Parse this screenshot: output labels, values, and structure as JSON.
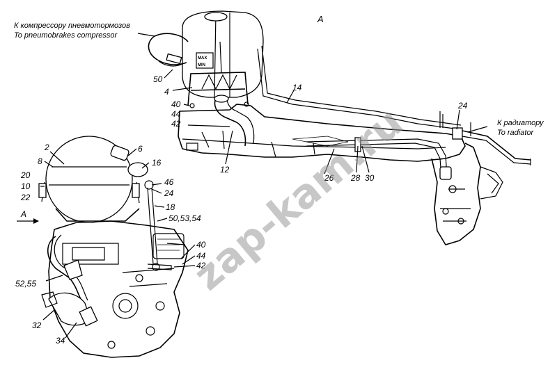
{
  "view_label": "A",
  "callouts": {
    "compressor_ru": "К компрессору пневмотормозов",
    "compressor_en": "To pneumobrakes compressor",
    "radiator_ru": "К радиатору",
    "radiator_en": "To radiator"
  },
  "arrow_label": "A",
  "tank_markings": {
    "max": "MAX",
    "min": "MIN"
  },
  "watermark": "zap-kam.ru",
  "parts": {
    "p50_top": "50",
    "p4": "4",
    "p40_top": "40",
    "p44_top": "44",
    "p42_top": "42",
    "p14": "14",
    "p12": "12",
    "p26": "26",
    "p28": "28",
    "p30": "30",
    "p24_top": "24",
    "p2": "2",
    "p6": "6",
    "p8": "8",
    "p16": "16",
    "p20": "20",
    "p10": "10",
    "p22": "22",
    "p46": "46",
    "p24_mid": "24",
    "p18": "18",
    "p50_53_54": "50,53,54",
    "p40_bot": "40",
    "p44_bot": "44",
    "p42_bot": "42",
    "p52_55": "52,55",
    "p32": "32",
    "p34": "34"
  }
}
